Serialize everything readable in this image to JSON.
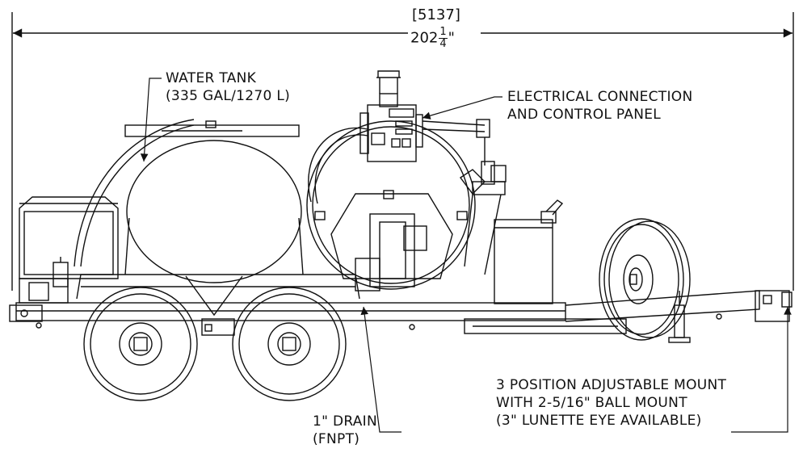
{
  "dimension": {
    "metric": "[5137]",
    "imperial_whole": "202",
    "imperial_num": "1",
    "imperial_den": "4",
    "imperial_unit": "\""
  },
  "callouts": {
    "water_tank": {
      "line1": "WATER TANK",
      "line2": "(335 GAL/1270 L)"
    },
    "electrical": {
      "line1": "ELECTRICAL CONNECTION",
      "line2": "AND CONTROL PANEL"
    },
    "drain": {
      "line1": "1\" DRAIN",
      "line2": "(FNPT)"
    },
    "mount": {
      "line1": "3 POSITION ADJUSTABLE MOUNT",
      "line2": "WITH 2-5/16\" BALL MOUNT",
      "line3": "(3\" LUNETTE EYE AVAILABLE)"
    }
  }
}
